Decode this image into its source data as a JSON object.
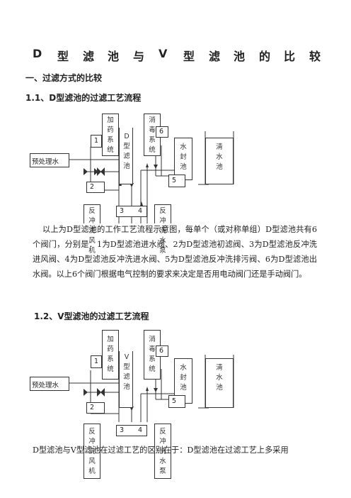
{
  "title": [
    "D",
    "型",
    "滤",
    "池",
    "与",
    "V",
    "型",
    "滤",
    "池",
    "的",
    "比",
    "较"
  ],
  "section1": "一、过滤方式的比较",
  "sub1": "1.1、D型滤池的过滤工艺流程",
  "sub2": "1.2、V型滤池的过滤工艺流程",
  "para1": "以上为D型滤池的工作工艺流程示意图，每单个（或对称单组）D型滤池共有6个阀门，分别是：1为D型滤池进水阀、2为D型滤池初滤阀、3为D型滤池反冲洗进风阀、4为D型滤池反冲洗进水阀、5为D型滤池反冲洗排污阀、6为D型滤池出水阀。以上6个阀门根据电气控制的要求来决定是否用电动阀门还是手动阀门。",
  "para2": "D型滤池与V型滤池在过滤工艺的区别在于：D型滤池在过滤工艺上多采用",
  "diagram1": {
    "pretreat": "预处理水",
    "dosing": "加药系统",
    "filter": "D型滤池",
    "disinfect": "消毒系统",
    "seal": "水封池",
    "clear": "清水池",
    "blower": "反冲洗风机",
    "pump": "反冲洗水泵",
    "n1": "1",
    "n2": "2",
    "n3": "3",
    "n4": "4",
    "n5": "5",
    "n6": "6"
  },
  "diagram2": {
    "pretreat": "预处理水",
    "dosing": "加药系统",
    "filter": "V型滤池",
    "disinfect": "消毒系统",
    "seal": "水封池",
    "clear": "清水池",
    "blower": "反冲洗风机",
    "pump": "反冲洗水泵",
    "n1": "1",
    "n2": "2",
    "n3": "3",
    "n4": "4",
    "n5": "5",
    "n6": "6"
  }
}
